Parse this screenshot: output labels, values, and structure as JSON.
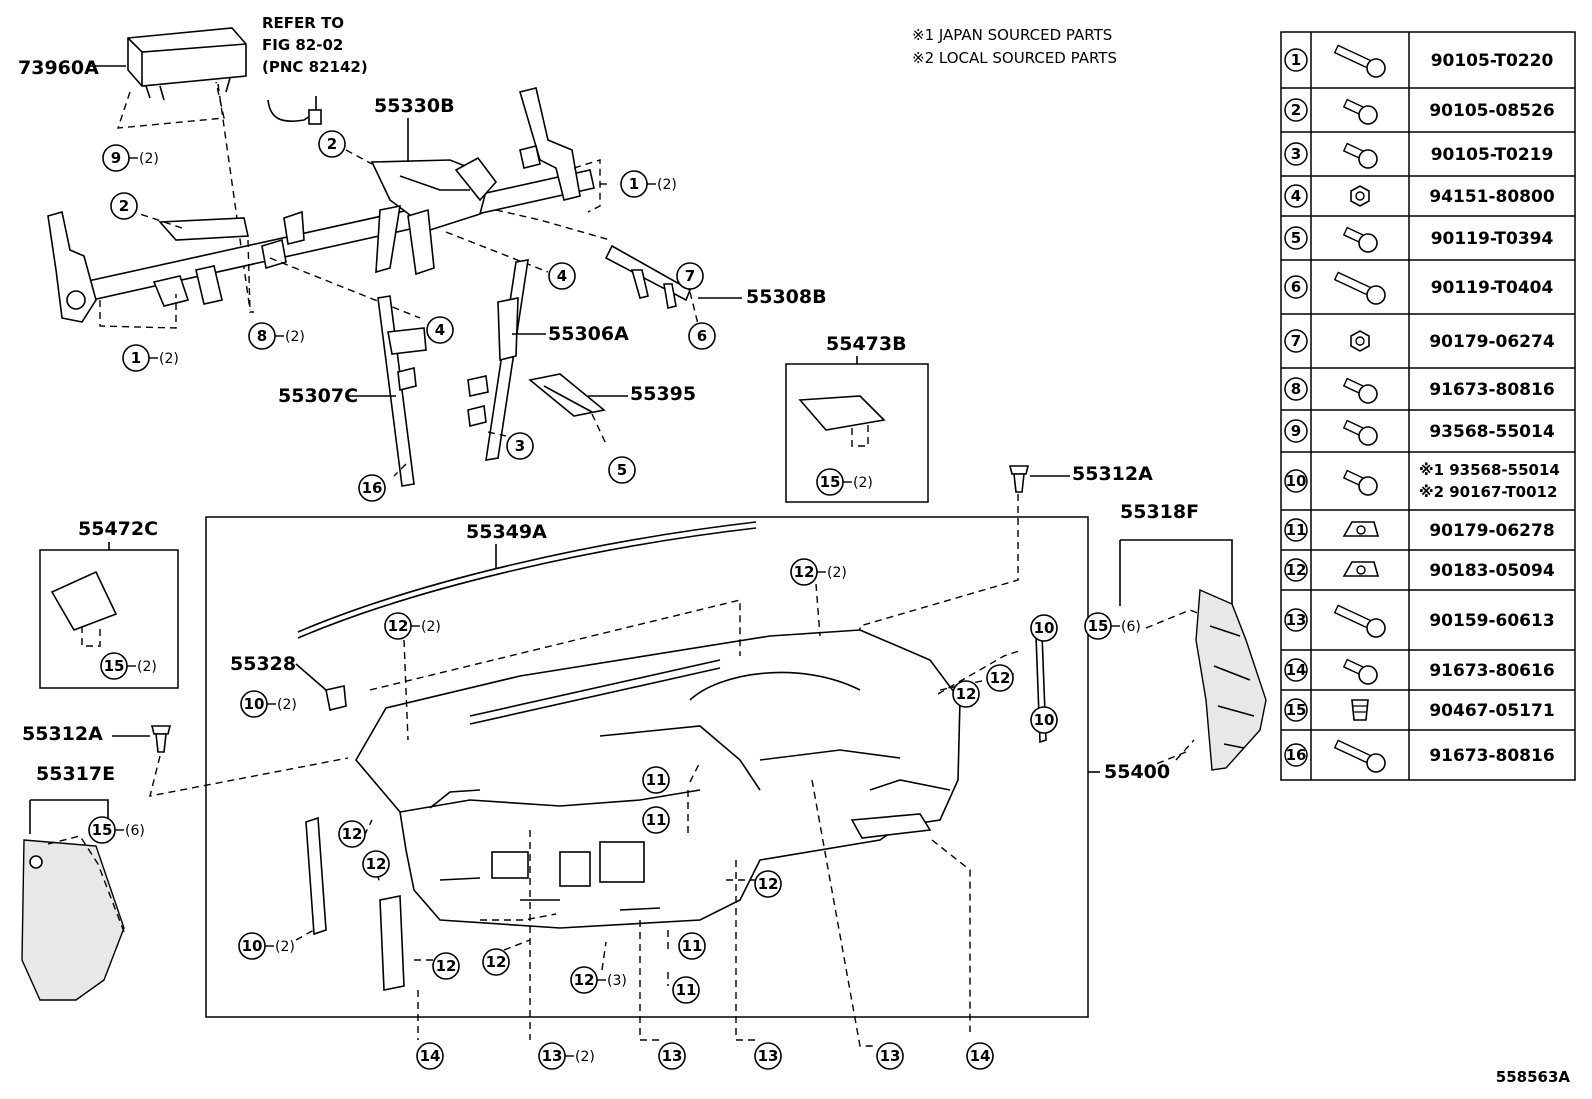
{
  "notes": [
    "※1 JAPAN SOURCED PARTS",
    "※2 LOCAL SOURCED PARTS"
  ],
  "refer": [
    "REFER TO",
    "FIG 82-02",
    "(PNC 82142)"
  ],
  "figure_id": "558563A",
  "part_labels": {
    "p73960A": "73960A",
    "p55330B": "55330B",
    "p55308B": "55308B",
    "p55306A": "55306A",
    "p55395": "55395",
    "p55307C": "55307C",
    "p55473B": "55473B",
    "p55312A_right": "55312A",
    "p55318F": "55318F",
    "p55472C": "55472C",
    "p55349A": "55349A",
    "p55328": "55328",
    "p55312A_left": "55312A",
    "p55317E": "55317E",
    "p55400": "55400"
  },
  "callouts": [
    {
      "num": "9",
      "qty": "(2)"
    },
    {
      "num": "2",
      "qty": ""
    },
    {
      "num": "1",
      "qty": "(2)"
    },
    {
      "num": "2",
      "qty": ""
    },
    {
      "num": "4",
      "qty": ""
    },
    {
      "num": "7",
      "qty": ""
    },
    {
      "num": "6",
      "qty": ""
    },
    {
      "num": "8",
      "qty": "(2)"
    },
    {
      "num": "4",
      "qty": ""
    },
    {
      "num": "1",
      "qty": "(2)"
    },
    {
      "num": "3",
      "qty": ""
    },
    {
      "num": "5",
      "qty": ""
    },
    {
      "num": "16",
      "qty": ""
    },
    {
      "num": "15",
      "qty": "(2)"
    },
    {
      "num": "15",
      "qty": "(2)"
    },
    {
      "num": "12",
      "qty": "(2)"
    },
    {
      "num": "12",
      "qty": "(2)"
    },
    {
      "num": "10",
      "qty": "(2)"
    },
    {
      "num": "10",
      "qty": ""
    },
    {
      "num": "12",
      "qty": ""
    },
    {
      "num": "12",
      "qty": ""
    },
    {
      "num": "10",
      "qty": ""
    },
    {
      "num": "15",
      "qty": "(6)"
    },
    {
      "num": "15",
      "qty": "(6)"
    },
    {
      "num": "11",
      "qty": ""
    },
    {
      "num": "11",
      "qty": ""
    },
    {
      "num": "12",
      "qty": ""
    },
    {
      "num": "12",
      "qty": ""
    },
    {
      "num": "10",
      "qty": "(2)"
    },
    {
      "num": "12",
      "qty": ""
    },
    {
      "num": "12",
      "qty": ""
    },
    {
      "num": "12",
      "qty": "(3)"
    },
    {
      "num": "11",
      "qty": ""
    },
    {
      "num": "11",
      "qty": ""
    },
    {
      "num": "12",
      "qty": ""
    },
    {
      "num": "14",
      "qty": ""
    },
    {
      "num": "13",
      "qty": "(2)"
    },
    {
      "num": "13",
      "qty": ""
    },
    {
      "num": "13",
      "qty": ""
    },
    {
      "num": "13",
      "qty": ""
    },
    {
      "num": "14",
      "qty": ""
    }
  ],
  "parts_table": [
    {
      "num": "1",
      "icon": "long-bolt-icon",
      "pn": "90105-T0220"
    },
    {
      "num": "2",
      "icon": "bolt-icon",
      "pn": "90105-08526"
    },
    {
      "num": "3",
      "icon": "bolt-icon",
      "pn": "90105-T0219"
    },
    {
      "num": "4",
      "icon": "nut-icon",
      "pn": "94151-80800"
    },
    {
      "num": "5",
      "icon": "bolt-icon",
      "pn": "90119-T0394"
    },
    {
      "num": "6",
      "icon": "long-bolt-icon",
      "pn": "90119-T0404"
    },
    {
      "num": "7",
      "icon": "nut-icon",
      "pn": "90179-06274"
    },
    {
      "num": "8",
      "icon": "bolt-icon",
      "pn": "91673-80816"
    },
    {
      "num": "9",
      "icon": "bolt-icon",
      "pn": "93568-55014"
    },
    {
      "num": "10",
      "icon": "bolt-icon",
      "pn": "",
      "pn_lines": [
        "※1 93568-55014",
        "※2 90167-T0012"
      ]
    },
    {
      "num": "11",
      "icon": "clip-nut-icon",
      "pn": "90179-06278"
    },
    {
      "num": "12",
      "icon": "clip-nut-icon",
      "pn": "90183-05094"
    },
    {
      "num": "13",
      "icon": "long-bolt-icon",
      "pn": "90159-60613"
    },
    {
      "num": "14",
      "icon": "bolt-icon",
      "pn": "91673-80616"
    },
    {
      "num": "15",
      "icon": "push-clip-icon",
      "pn": "90467-05171"
    },
    {
      "num": "16",
      "icon": "long-bolt-icon",
      "pn": "91673-80816"
    }
  ]
}
